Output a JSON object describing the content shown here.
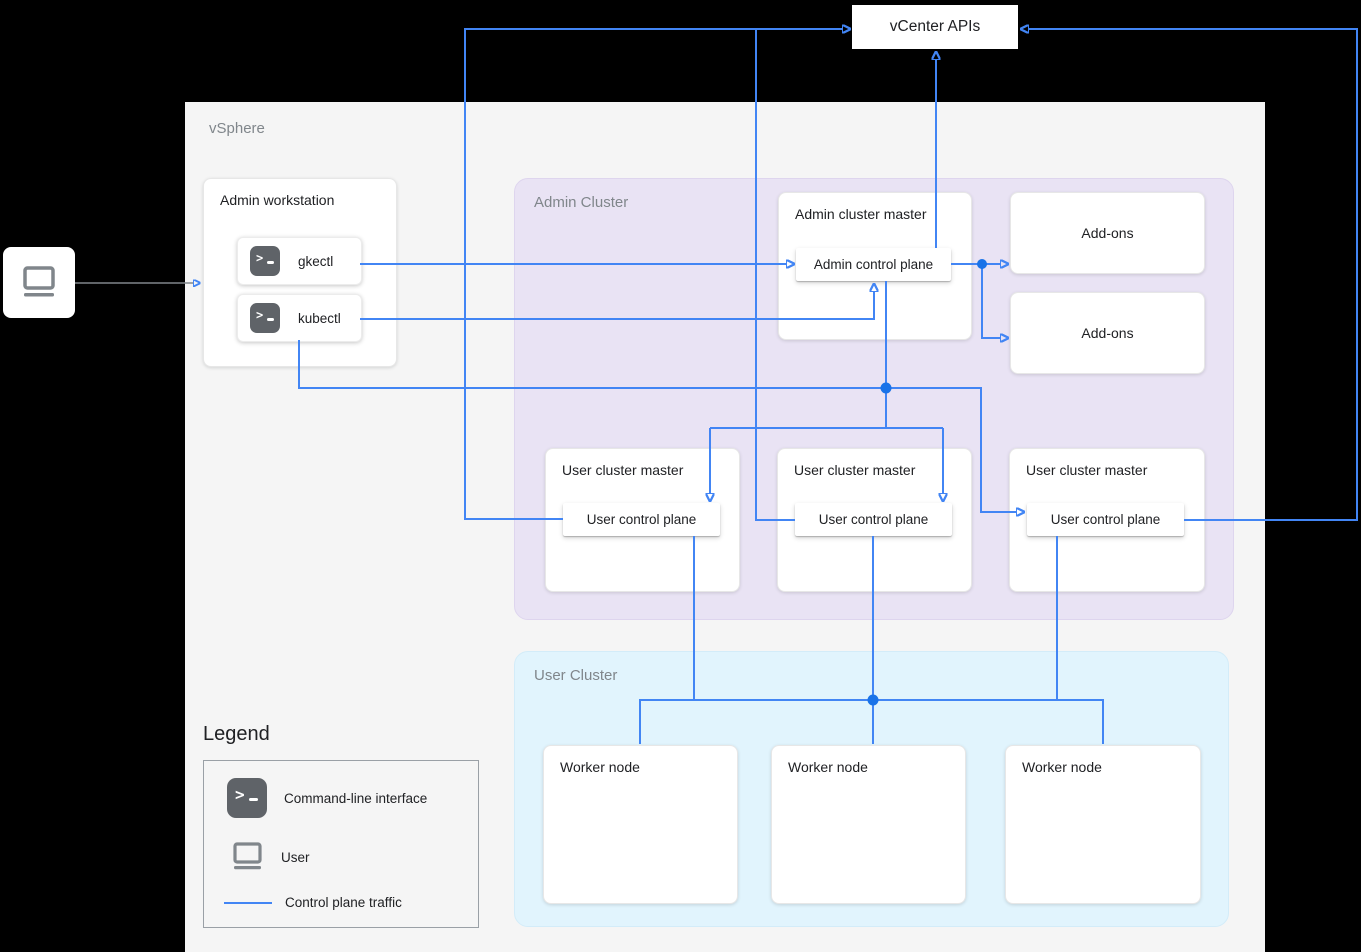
{
  "vcenter": {
    "label": "vCenter APIs"
  },
  "vsphere": {
    "label": "vSphere"
  },
  "user_device": {
    "icon": "laptop-icon"
  },
  "admin_workstation": {
    "title": "Admin workstation",
    "tools": [
      {
        "icon": "terminal-icon",
        "label": "gkectl"
      },
      {
        "icon": "terminal-icon",
        "label": "kubectl"
      }
    ]
  },
  "admin_cluster": {
    "title": "Admin Cluster",
    "master": {
      "title": "Admin cluster master",
      "control_plane_label": "Admin control plane"
    },
    "addons": [
      {
        "label": "Add-ons"
      },
      {
        "label": "Add-ons"
      }
    ],
    "user_masters": [
      {
        "title": "User cluster master",
        "control_plane_label": "User control plane"
      },
      {
        "title": "User cluster master",
        "control_plane_label": "User control plane"
      },
      {
        "title": "User cluster master",
        "control_plane_label": "User control plane"
      }
    ]
  },
  "user_cluster": {
    "title": "User Cluster",
    "workers": [
      {
        "label": "Worker node"
      },
      {
        "label": "Worker node"
      },
      {
        "label": "Worker node"
      }
    ]
  },
  "legend": {
    "title": "Legend",
    "items": [
      {
        "icon": "terminal-icon",
        "label": "Command-line interface"
      },
      {
        "icon": "laptop-icon",
        "label": "User"
      },
      {
        "icon": "control-plane-line",
        "label": "Control plane traffic"
      }
    ]
  },
  "colors": {
    "control_plane_traffic": "#4285f4",
    "junction_dot": "#1a73e8",
    "user_traffic": "#80868b",
    "admin_cluster_fill": "#e9e3f4",
    "user_cluster_fill": "#e1f4fd",
    "vsphere_fill": "#f5f5f5"
  }
}
